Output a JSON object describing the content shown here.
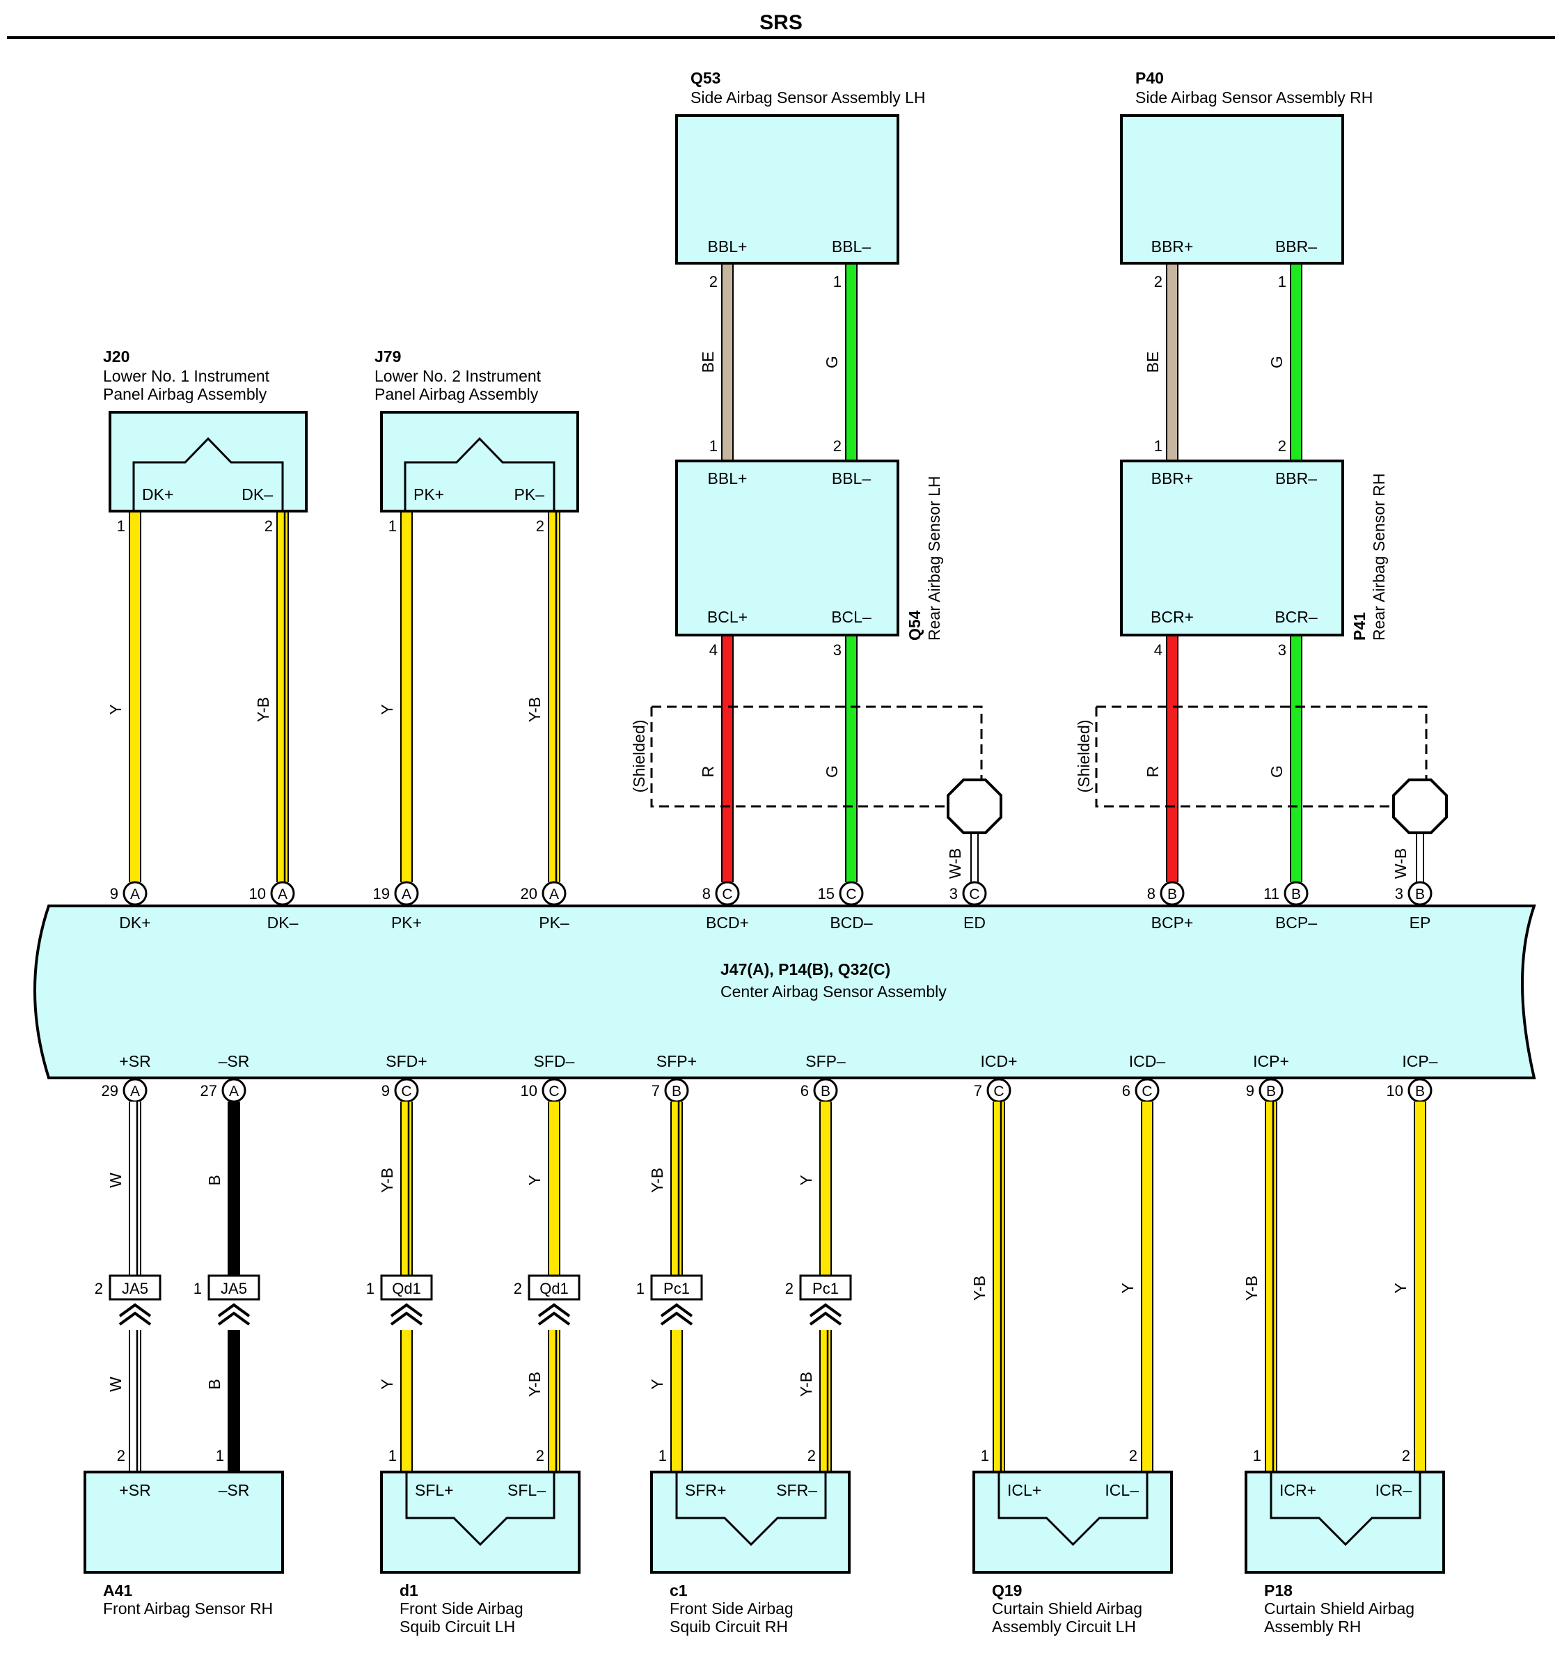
{
  "title": "SRS",
  "colors": {
    "box_fill": "#cdfcfb",
    "Y": "#ffe600",
    "Y-B": "#ffe600",
    "G": "#1ee81e",
    "R": "#f21d1d",
    "BE": "#c7b69f",
    "W": "#ffffff",
    "W-B": "#ffffff",
    "B": "#000000"
  },
  "center": {
    "code": "J47(A), P14(B), Q32(C)",
    "name": "Center Airbag Sensor Assembly"
  },
  "top_components": [
    {
      "id": "J20",
      "code": "J20",
      "lines": [
        "Lower No. 1 Instrument",
        "Panel Airbag Assembly"
      ],
      "pins": [
        "DK+",
        "DK–"
      ]
    },
    {
      "id": "J79",
      "code": "J79",
      "lines": [
        "Lower No. 2 Instrument",
        "Panel Airbag Assembly"
      ],
      "pins": [
        "PK+",
        "PK–"
      ]
    },
    {
      "id": "Q53",
      "code": "Q53",
      "lines": [
        "Side Airbag Sensor Assembly LH"
      ],
      "pins": [
        "BBL+",
        "BBL–"
      ]
    },
    {
      "id": "P40",
      "code": "P40",
      "lines": [
        "Side Airbag Sensor Assembly RH"
      ],
      "pins": [
        "BBR+",
        "BBR–"
      ]
    },
    {
      "id": "Q54",
      "code": "Q54",
      "lines": [
        "Rear Airbag Sensor LH"
      ],
      "pins_top": [
        "BBL+",
        "BBL–"
      ],
      "pins_bottom": [
        "BCL+",
        "BCL–"
      ]
    },
    {
      "id": "P41",
      "code": "P41",
      "lines": [
        "Rear Airbag Sensor RH"
      ],
      "pins_top": [
        "BBR+",
        "BBR–"
      ],
      "pins_bottom": [
        "BCR+",
        "BCR–"
      ]
    }
  ],
  "bottom_components": [
    {
      "id": "A41",
      "code": "A41",
      "lines": [
        "Front Airbag Sensor RH"
      ],
      "pins": [
        "+SR",
        "–SR"
      ]
    },
    {
      "id": "d1",
      "code": "d1",
      "lines": [
        "Front Side Airbag",
        "Squib Circuit LH"
      ],
      "pins": [
        "SFL+",
        "SFL–"
      ]
    },
    {
      "id": "c1",
      "code": "c1",
      "lines": [
        "Front Side Airbag",
        "Squib Circuit RH"
      ],
      "pins": [
        "SFR+",
        "SFR–"
      ]
    },
    {
      "id": "Q19",
      "code": "Q19",
      "lines": [
        "Curtain Shield Airbag",
        "Assembly Circuit LH"
      ],
      "pins": [
        "ICL+",
        "ICL–"
      ]
    },
    {
      "id": "P18",
      "code": "P18",
      "lines": [
        "Curtain Shield Airbag",
        "Assembly RH"
      ],
      "pins": [
        "ICR+",
        "ICR–"
      ]
    }
  ],
  "shielded_label": "(Shielded)",
  "top_wires": [
    {
      "center_pin": "9",
      "conn": "A",
      "name": "DK+",
      "color": "Y",
      "comp_pin": "1"
    },
    {
      "center_pin": "10",
      "conn": "A",
      "name": "DK–",
      "color": "Y-B",
      "comp_pin": "2"
    },
    {
      "center_pin": "19",
      "conn": "A",
      "name": "PK+",
      "color": "Y",
      "comp_pin": "1"
    },
    {
      "center_pin": "20",
      "conn": "A",
      "name": "PK–",
      "color": "Y-B",
      "comp_pin": "2"
    },
    {
      "center_pin": "8",
      "conn": "C",
      "name": "BCD+",
      "color": "R",
      "comp_pin": "4"
    },
    {
      "center_pin": "15",
      "conn": "C",
      "name": "BCD–",
      "color": "G",
      "comp_pin": "3"
    },
    {
      "center_pin": "3",
      "conn": "C",
      "name": "ED",
      "color": "W-B"
    },
    {
      "center_pin": "8",
      "conn": "B",
      "name": "BCP+",
      "color": "R",
      "comp_pin": "4"
    },
    {
      "center_pin": "11",
      "conn": "B",
      "name": "BCP–",
      "color": "G",
      "comp_pin": "3"
    },
    {
      "center_pin": "3",
      "conn": "B",
      "name": "EP",
      "color": "W-B"
    }
  ],
  "sensor_links": [
    {
      "color": "BE",
      "pin_from": "2",
      "pin_to": "1"
    },
    {
      "color": "G",
      "pin_from": "1",
      "pin_to": "2"
    },
    {
      "color": "BE",
      "pin_from": "2",
      "pin_to": "1"
    },
    {
      "color": "G",
      "pin_from": "1",
      "pin_to": "2"
    }
  ],
  "bottom_wires": [
    {
      "center_pin": "29",
      "conn": "A",
      "name": "+SR",
      "color_upper": "W",
      "junction": "JA5",
      "junction_pin": "2",
      "color_lower": "W",
      "comp_pin": "2"
    },
    {
      "center_pin": "27",
      "conn": "A",
      "name": "–SR",
      "color_upper": "B",
      "junction": "JA5",
      "junction_pin": "1",
      "color_lower": "B",
      "comp_pin": "1"
    },
    {
      "center_pin": "9",
      "conn": "C",
      "name": "SFD+",
      "color_upper": "Y-B",
      "junction": "Qd1",
      "junction_pin": "1",
      "color_lower": "Y",
      "comp_pin": "1"
    },
    {
      "center_pin": "10",
      "conn": "C",
      "name": "SFD–",
      "color_upper": "Y",
      "junction": "Qd1",
      "junction_pin": "2",
      "color_lower": "Y-B",
      "comp_pin": "2"
    },
    {
      "center_pin": "7",
      "conn": "B",
      "name": "SFP+",
      "color_upper": "Y-B",
      "junction": "Pc1",
      "junction_pin": "1",
      "color_lower": "Y",
      "comp_pin": "1"
    },
    {
      "center_pin": "6",
      "conn": "B",
      "name": "SFP–",
      "color_upper": "Y",
      "junction": "Pc1",
      "junction_pin": "2",
      "color_lower": "Y-B",
      "comp_pin": "2"
    },
    {
      "center_pin": "7",
      "conn": "C",
      "name": "ICD+",
      "color_upper": "Y-B",
      "comp_pin": "1"
    },
    {
      "center_pin": "6",
      "conn": "C",
      "name": "ICD–",
      "color_upper": "Y",
      "comp_pin": "2"
    },
    {
      "center_pin": "9",
      "conn": "B",
      "name": "ICP+",
      "color_upper": "Y-B",
      "comp_pin": "1"
    },
    {
      "center_pin": "10",
      "conn": "B",
      "name": "ICP–",
      "color_upper": "Y",
      "comp_pin": "2"
    }
  ]
}
